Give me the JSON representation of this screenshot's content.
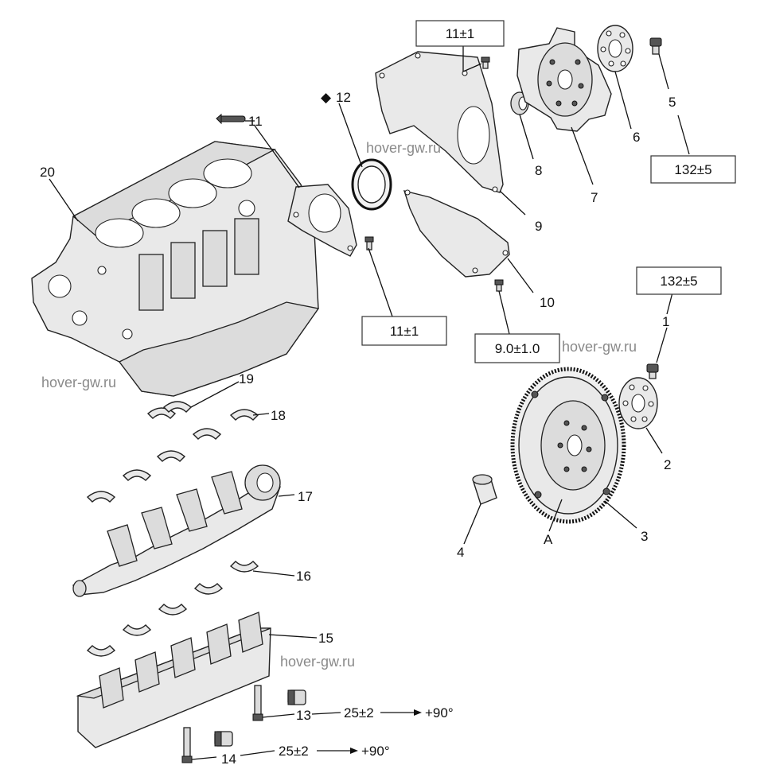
{
  "watermark": "hover-gw.ru",
  "labels": {
    "p1": "1",
    "p2": "2",
    "p3": "3",
    "p4": "4",
    "p5": "5",
    "p6": "6",
    "p7": "7",
    "p8": "8",
    "p9": "9",
    "p10": "10",
    "p11": "11",
    "p12": "12",
    "p13": "13",
    "p14": "14",
    "p15": "15",
    "p16": "16",
    "p17": "17",
    "p18": "18",
    "p19": "19",
    "p20": "20",
    "pA": "A"
  },
  "torque": {
    "t_top": "11±1",
    "t_mid": "11±1",
    "t_5": "132±5",
    "t_1": "132±5",
    "t_10": "9.0±1.0",
    "t_13": "25±2",
    "t_13_angle": "+90°",
    "t_14": "25±2",
    "t_14_angle": "+90°"
  },
  "marker_12": "◆"
}
